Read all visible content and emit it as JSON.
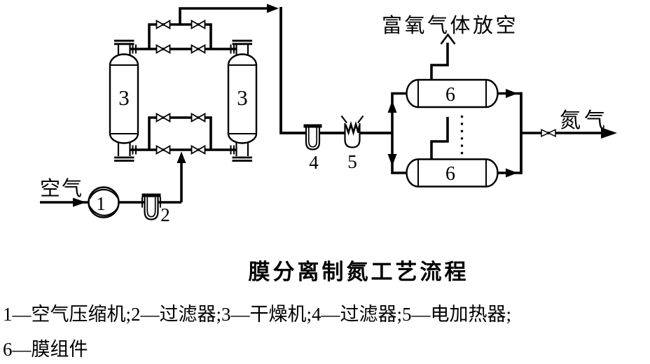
{
  "labels": {
    "air_inlet": "空气",
    "vent": "富氧气体放空",
    "nitrogen_outlet": "氮气",
    "compressor": "1",
    "inlet_filter": "2",
    "dryer_left": "3",
    "dryer_right": "3",
    "fine_filter": "4",
    "heater": "5",
    "membrane_top": "6",
    "membrane_bottom": "6"
  },
  "caption": {
    "title": "膜分离制氮工艺流程",
    "legend_line1": "1—空气压缩机;2—过滤器;3—干燥机;4—过滤器;5—电加热器;",
    "legend_line2": "6—膜组件"
  },
  "colors": {
    "ink": "#000000",
    "background": "#ffffff"
  }
}
